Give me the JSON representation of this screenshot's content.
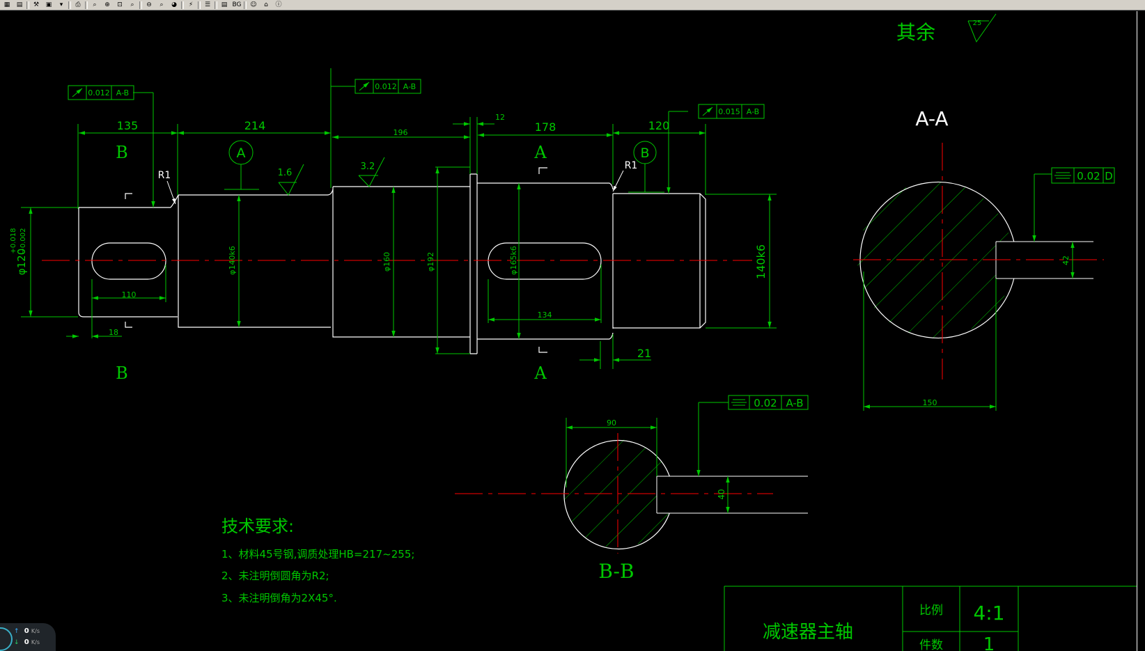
{
  "toolbar": {
    "items": [
      {
        "name": "save-icon",
        "glyph": "▦"
      },
      {
        "name": "layers-icon",
        "glyph": "▤"
      },
      {
        "sep": true
      },
      {
        "name": "tool-icon",
        "glyph": "⚒"
      },
      {
        "name": "paste-icon",
        "glyph": "▣"
      },
      {
        "name": "dropdown-icon",
        "glyph": "▾"
      },
      {
        "sep": true
      },
      {
        "name": "print-icon",
        "glyph": "⎙"
      },
      {
        "sep": true
      },
      {
        "name": "zoom-icon",
        "glyph": "⌕"
      },
      {
        "name": "zoom-in-icon",
        "glyph": "⊕"
      },
      {
        "name": "zoom-window-icon",
        "glyph": "⊡"
      },
      {
        "name": "zoom-realtime-icon",
        "glyph": "⌕"
      },
      {
        "sep": true
      },
      {
        "name": "zoom-prev-icon",
        "glyph": "⊖"
      },
      {
        "name": "zoom-extents-icon",
        "glyph": "⌕"
      },
      {
        "name": "color-icon",
        "glyph": "◕"
      },
      {
        "sep": true
      },
      {
        "name": "flash-icon",
        "glyph": "⚡"
      },
      {
        "sep": true
      },
      {
        "name": "list-icon",
        "glyph": "☰"
      },
      {
        "sep": true
      },
      {
        "name": "doc-icon",
        "glyph": "▤"
      },
      {
        "name": "bg-icon",
        "glyph": "BG"
      },
      {
        "sep": true
      },
      {
        "name": "user-icon",
        "glyph": "☺"
      },
      {
        "name": "home-icon",
        "glyph": "⌂"
      },
      {
        "name": "info-icon",
        "glyph": "ⓘ"
      }
    ]
  },
  "drawing": {
    "corner_roughness": {
      "label": "其余",
      "value": "25"
    },
    "section_AA_title": "A-A",
    "section_BB_title": "B-B",
    "dimensions": {
      "d135": "135",
      "d214": "214",
      "d196": "196",
      "d12": "12",
      "d178": "178",
      "d120": "120",
      "d110": "110",
      "d18": "18",
      "d134": "134",
      "d21": "21",
      "phi120_base": "φ120",
      "phi120_tol_upper": "+0.018",
      "phi120_tol_lower": "−0.002",
      "phi140k6": "φ140k6",
      "phi160": "φ160",
      "phi192": "φ192",
      "phi165k6": "φ165k6",
      "d140k6": "140k6",
      "d42": "42",
      "d150": "150",
      "d90": "90",
      "d40": "40"
    },
    "gdt": {
      "g1": {
        "value": "0.012",
        "datum": "A-B"
      },
      "g2": {
        "value": "0.012",
        "datum": "A-B"
      },
      "g3": {
        "value": "0.015",
        "datum": "A-B"
      },
      "g4": {
        "value": "0.02",
        "datum": "D"
      },
      "g5": {
        "value": "0.02",
        "datum": "A-B"
      }
    },
    "roughness": {
      "r1": "1.6",
      "r2": "3.2"
    },
    "radii": {
      "r_left": "R1",
      "r_right": "R1"
    },
    "datum_labels": {
      "a": "A",
      "b": "B"
    },
    "section_marks": {
      "B_top": "B",
      "B_bottom": "B",
      "A_top": "A",
      "A_bottom": "A"
    },
    "tech_req": {
      "title": "技术要求:",
      "lines": [
        "1、材料45号钢,调质处理HB=217~255;",
        "2、未注明倒圆角为R2;",
        "3、未注明倒角为2X45°."
      ]
    },
    "title_block": {
      "part_name": "减速器主轴",
      "scale_label": "比例",
      "scale_value": "4:1",
      "qty_label": "件数",
      "qty_value": "1"
    }
  },
  "netmon": {
    "up": "0",
    "down": "0",
    "unit": "K/s"
  },
  "colors": {
    "green": "#00c800",
    "white": "#ffffff",
    "red": "#ff0000",
    "cyan": "#00ffff",
    "bg": "#000000"
  }
}
